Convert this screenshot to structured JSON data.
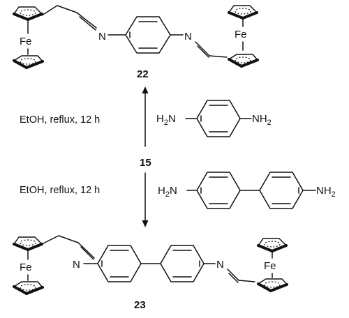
{
  "compounds": {
    "top": {
      "number": "22"
    },
    "middle": {
      "number": "15"
    },
    "bottom": {
      "number": "23"
    }
  },
  "atoms": {
    "iron": "Fe",
    "imine_nitrogen": "N"
  },
  "reagents": {
    "top": {
      "left": "H",
      "left_sub": "2",
      "left_atom": "N",
      "right": "NH",
      "right_sub": "2"
    },
    "bottom": {
      "left": "H",
      "left_sub": "2",
      "left_atom": "N",
      "right": "NH",
      "right_sub": "2"
    }
  },
  "conditions": {
    "top": "EtOH, reflux, 12 h",
    "bottom": "EtOH, reflux, 12 h"
  },
  "colors": {
    "ink": "#111111",
    "background": "#ffffff"
  }
}
